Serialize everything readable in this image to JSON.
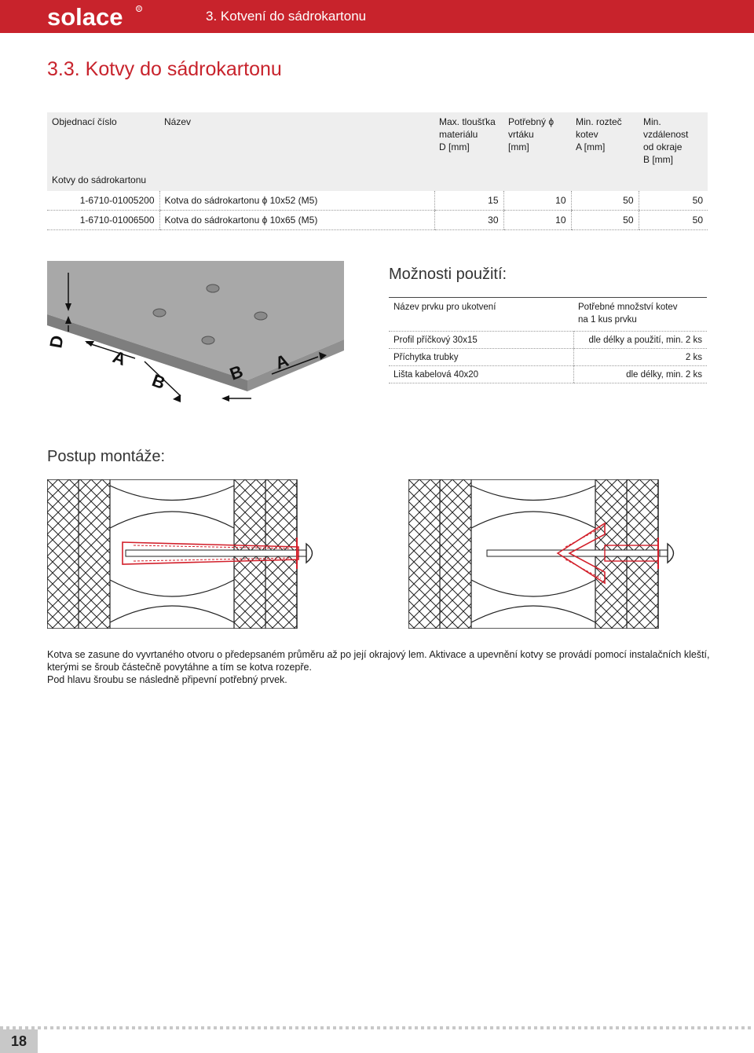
{
  "header": {
    "brand": "solace",
    "section": "3. Kotvení do sádrokartonu",
    "brand_color": "#c8232c"
  },
  "page_title": "3.3. Kotvy do sádrokartonu",
  "spec_table": {
    "headers": {
      "code": "Objednací číslo",
      "name": "Název",
      "thickness": "Max. tloušťka\nmateriálu\nD [mm]",
      "drill": "Potřebný ϕ\nvrtáku\n[mm]",
      "spacing": "Min. rozteč\nkotev\nA [mm]",
      "edge": "Min. vzdálenost\nod okraje\nB [mm]"
    },
    "group": "Kotvy do sádrokartonu",
    "rows": [
      {
        "code": "1-6710-01005200",
        "name": "Kotva do sádrokartonu ϕ 10x52 (M5)",
        "thickness": "15",
        "drill": "10",
        "spacing": "50",
        "edge": "50"
      },
      {
        "code": "1-6710-01006500",
        "name": "Kotva do sádrokartonu ϕ 10x65 (M5)",
        "thickness": "30",
        "drill": "10",
        "spacing": "50",
        "edge": "50"
      }
    ]
  },
  "illustration": {
    "labels": {
      "d": "D",
      "a": "A",
      "b": "B"
    }
  },
  "moznosti": {
    "title": "Možnosti použití:",
    "col1": "Název prvku pro ukotvení",
    "col2": "Potřebné množství kotev\nna 1 kus prvku",
    "rows": [
      {
        "name": "Profil příčkový 30x15",
        "qty": "dle délky a použití, min. 2 ks"
      },
      {
        "name": "Příchytka trubky",
        "qty": "2 ks"
      },
      {
        "name": "Lišta kabelová 40x20",
        "qty": "dle délky, min. 2 ks"
      }
    ]
  },
  "postup": {
    "title": "Postup montáže:",
    "lines": [
      "Kotva se zasune do vyvrtaného otvoru o předepsaném průměru až po její okrajový lem. Aktivace a upevnění kotvy se provádí pomocí instalačních kleští, kterými se šroub částečně povytáhne a tím se kotva rozepře.",
      "Pod hlavu šroubu se následně připevní potřebný prvek."
    ]
  },
  "page_number": "18"
}
